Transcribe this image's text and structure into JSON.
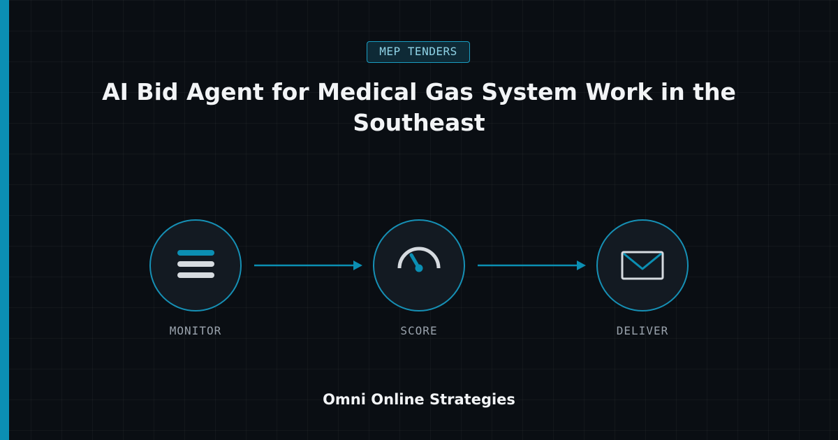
{
  "tag": "MEP TENDERS",
  "title": "AI Bid Agent for Medical Gas System Work in the Southeast",
  "steps": [
    {
      "label": "MONITOR",
      "icon": "list-icon"
    },
    {
      "label": "SCORE",
      "icon": "gauge-icon"
    },
    {
      "label": "DELIVER",
      "icon": "envelope-icon"
    }
  ],
  "footer": "Omni Online Strategies",
  "colors": {
    "background": "#0a0e13",
    "accent": "#0b8fb3",
    "circle_border": "#1690b5",
    "text": "#f2f4f6",
    "muted": "#9aa3ad",
    "icon_light": "#d6dbe0"
  }
}
